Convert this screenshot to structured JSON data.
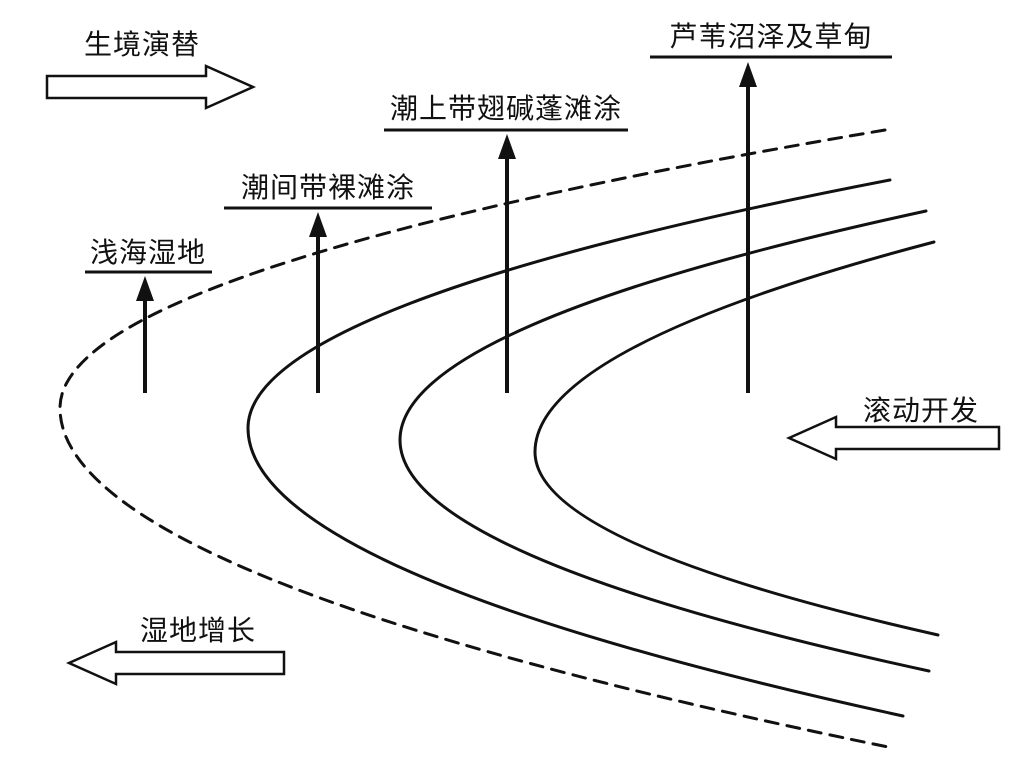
{
  "diagram": {
    "stages": [
      {
        "label": "浅海湿地"
      },
      {
        "label": "潮间带裸滩涂"
      },
      {
        "label": "潮上带翅碱蓬滩涂"
      },
      {
        "label": "芦苇沼泽及草甸"
      }
    ],
    "arrows": {
      "succession": {
        "label": "生境演替",
        "direction": "right"
      },
      "development": {
        "label": "滚动开发",
        "direction": "left"
      },
      "growth": {
        "label": "湿地增长",
        "direction": "left"
      }
    },
    "curves": {
      "dashed_count": 1,
      "solid_count": 3,
      "shape": "nested rightward-opening coastline curves"
    },
    "colors": {
      "ink": "#111111",
      "background": "#ffffff"
    }
  }
}
